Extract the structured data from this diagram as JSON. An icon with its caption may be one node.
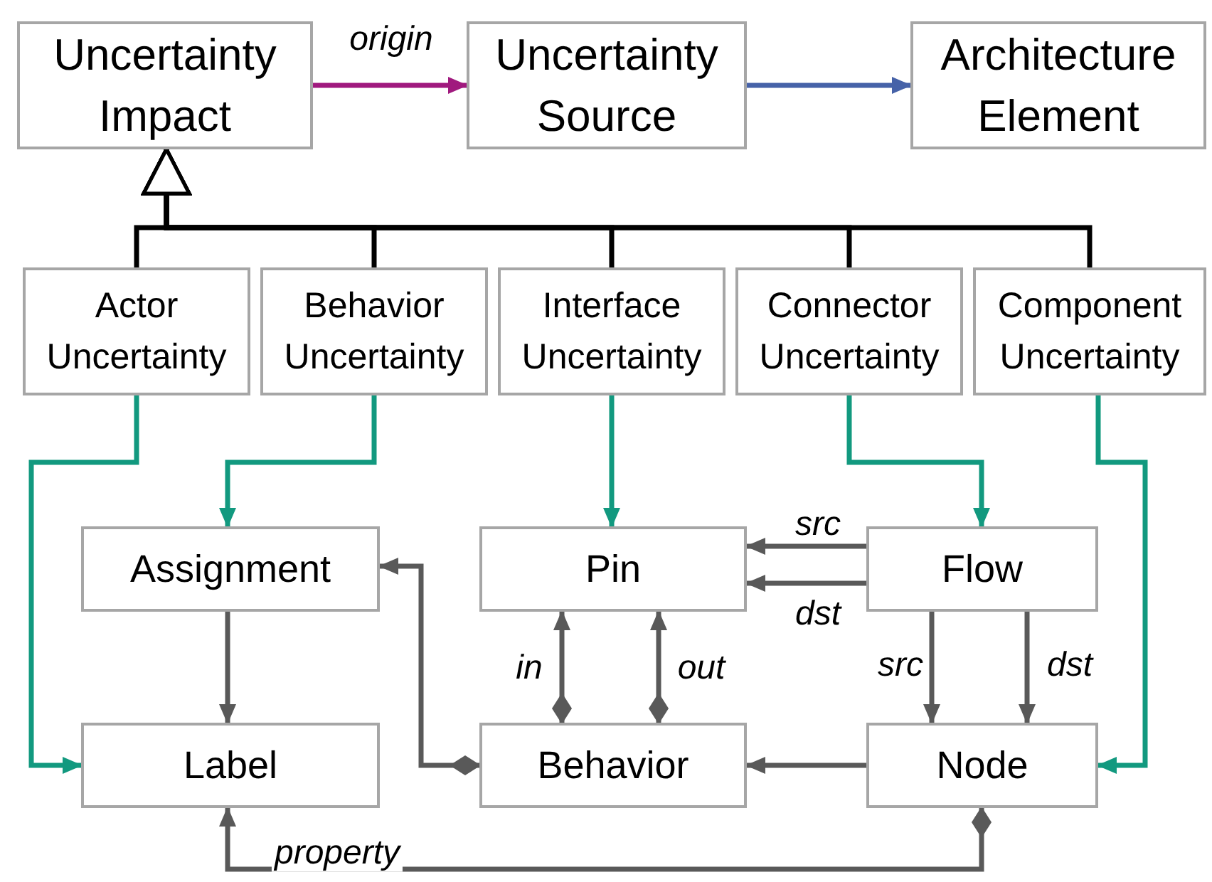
{
  "diagram": {
    "nodes": [
      {
        "text": [
          "Uncertainty Impact"
        ]
      },
      {
        "text": [
          "Uncertainty Source"
        ]
      },
      {
        "text": [
          "Architecture Element"
        ]
      },
      {
        "text": [
          "Actor Uncertainty"
        ]
      },
      {
        "text": [
          "Behavior Uncertainty"
        ]
      },
      {
        "text": [
          "Interface Uncertainty"
        ]
      },
      {
        "text": [
          "Connector Uncertainty"
        ]
      },
      {
        "text": [
          "Component Uncertainty"
        ]
      },
      {
        "text": [
          "Assignment"
        ]
      },
      {
        "text": [
          "Pin"
        ]
      },
      {
        "text": [
          "Flow"
        ]
      },
      {
        "text": [
          "Label"
        ]
      },
      {
        "text": [
          "Behavior"
        ]
      },
      {
        "text": [
          "Node"
        ]
      }
    ],
    "edges": [
      {
        "from": 0,
        "to": 1,
        "arrow": "to",
        "label": "origin",
        "color": "#a0197e"
      },
      {
        "from": 1,
        "to": 2,
        "arrow": "to",
        "color": "#4662a8"
      },
      {
        "from": 3,
        "to": 0,
        "arrow": "to",
        "color": "#000000"
      },
      {
        "from": 4,
        "to": 0,
        "arrow": "to",
        "color": "#000000"
      },
      {
        "from": 5,
        "to": 0,
        "arrow": "to",
        "color": "#000000"
      },
      {
        "from": 6,
        "to": 0,
        "arrow": "to",
        "color": "#000000"
      },
      {
        "from": 7,
        "to": 0,
        "arrow": "to",
        "color": "#000000"
      },
      {
        "from": 3,
        "to": 11,
        "arrow": "to",
        "color": "#12997f"
      },
      {
        "from": 4,
        "to": 8,
        "arrow": "to",
        "color": "#12997f"
      },
      {
        "from": 5,
        "to": 9,
        "arrow": "to",
        "color": "#12997f"
      },
      {
        "from": 6,
        "to": 10,
        "arrow": "to",
        "color": "#12997f"
      },
      {
        "from": 7,
        "to": 13,
        "arrow": "to",
        "color": "#12997f"
      },
      {
        "from": 8,
        "to": 11,
        "arrow": "to"
      },
      {
        "from": 12,
        "to": 8,
        "arrow": "to"
      },
      {
        "from": 12,
        "to": 9,
        "arrow": "to",
        "label": "in"
      },
      {
        "from": 12,
        "to": 9,
        "arrow": "to",
        "label": "out"
      },
      {
        "from": 10,
        "to": 9,
        "arrow": "to",
        "label": "src"
      },
      {
        "from": 10,
        "to": 9,
        "arrow": "to",
        "label": "dst"
      },
      {
        "from": 10,
        "to": 13,
        "arrow": "to",
        "label": "src"
      },
      {
        "from": 10,
        "to": 13,
        "arrow": "to",
        "label": "dst"
      },
      {
        "from": 13,
        "to": 12,
        "arrow": "to"
      },
      {
        "from": 13,
        "to": 11,
        "arrow": "to",
        "label": "property"
      }
    ]
  }
}
